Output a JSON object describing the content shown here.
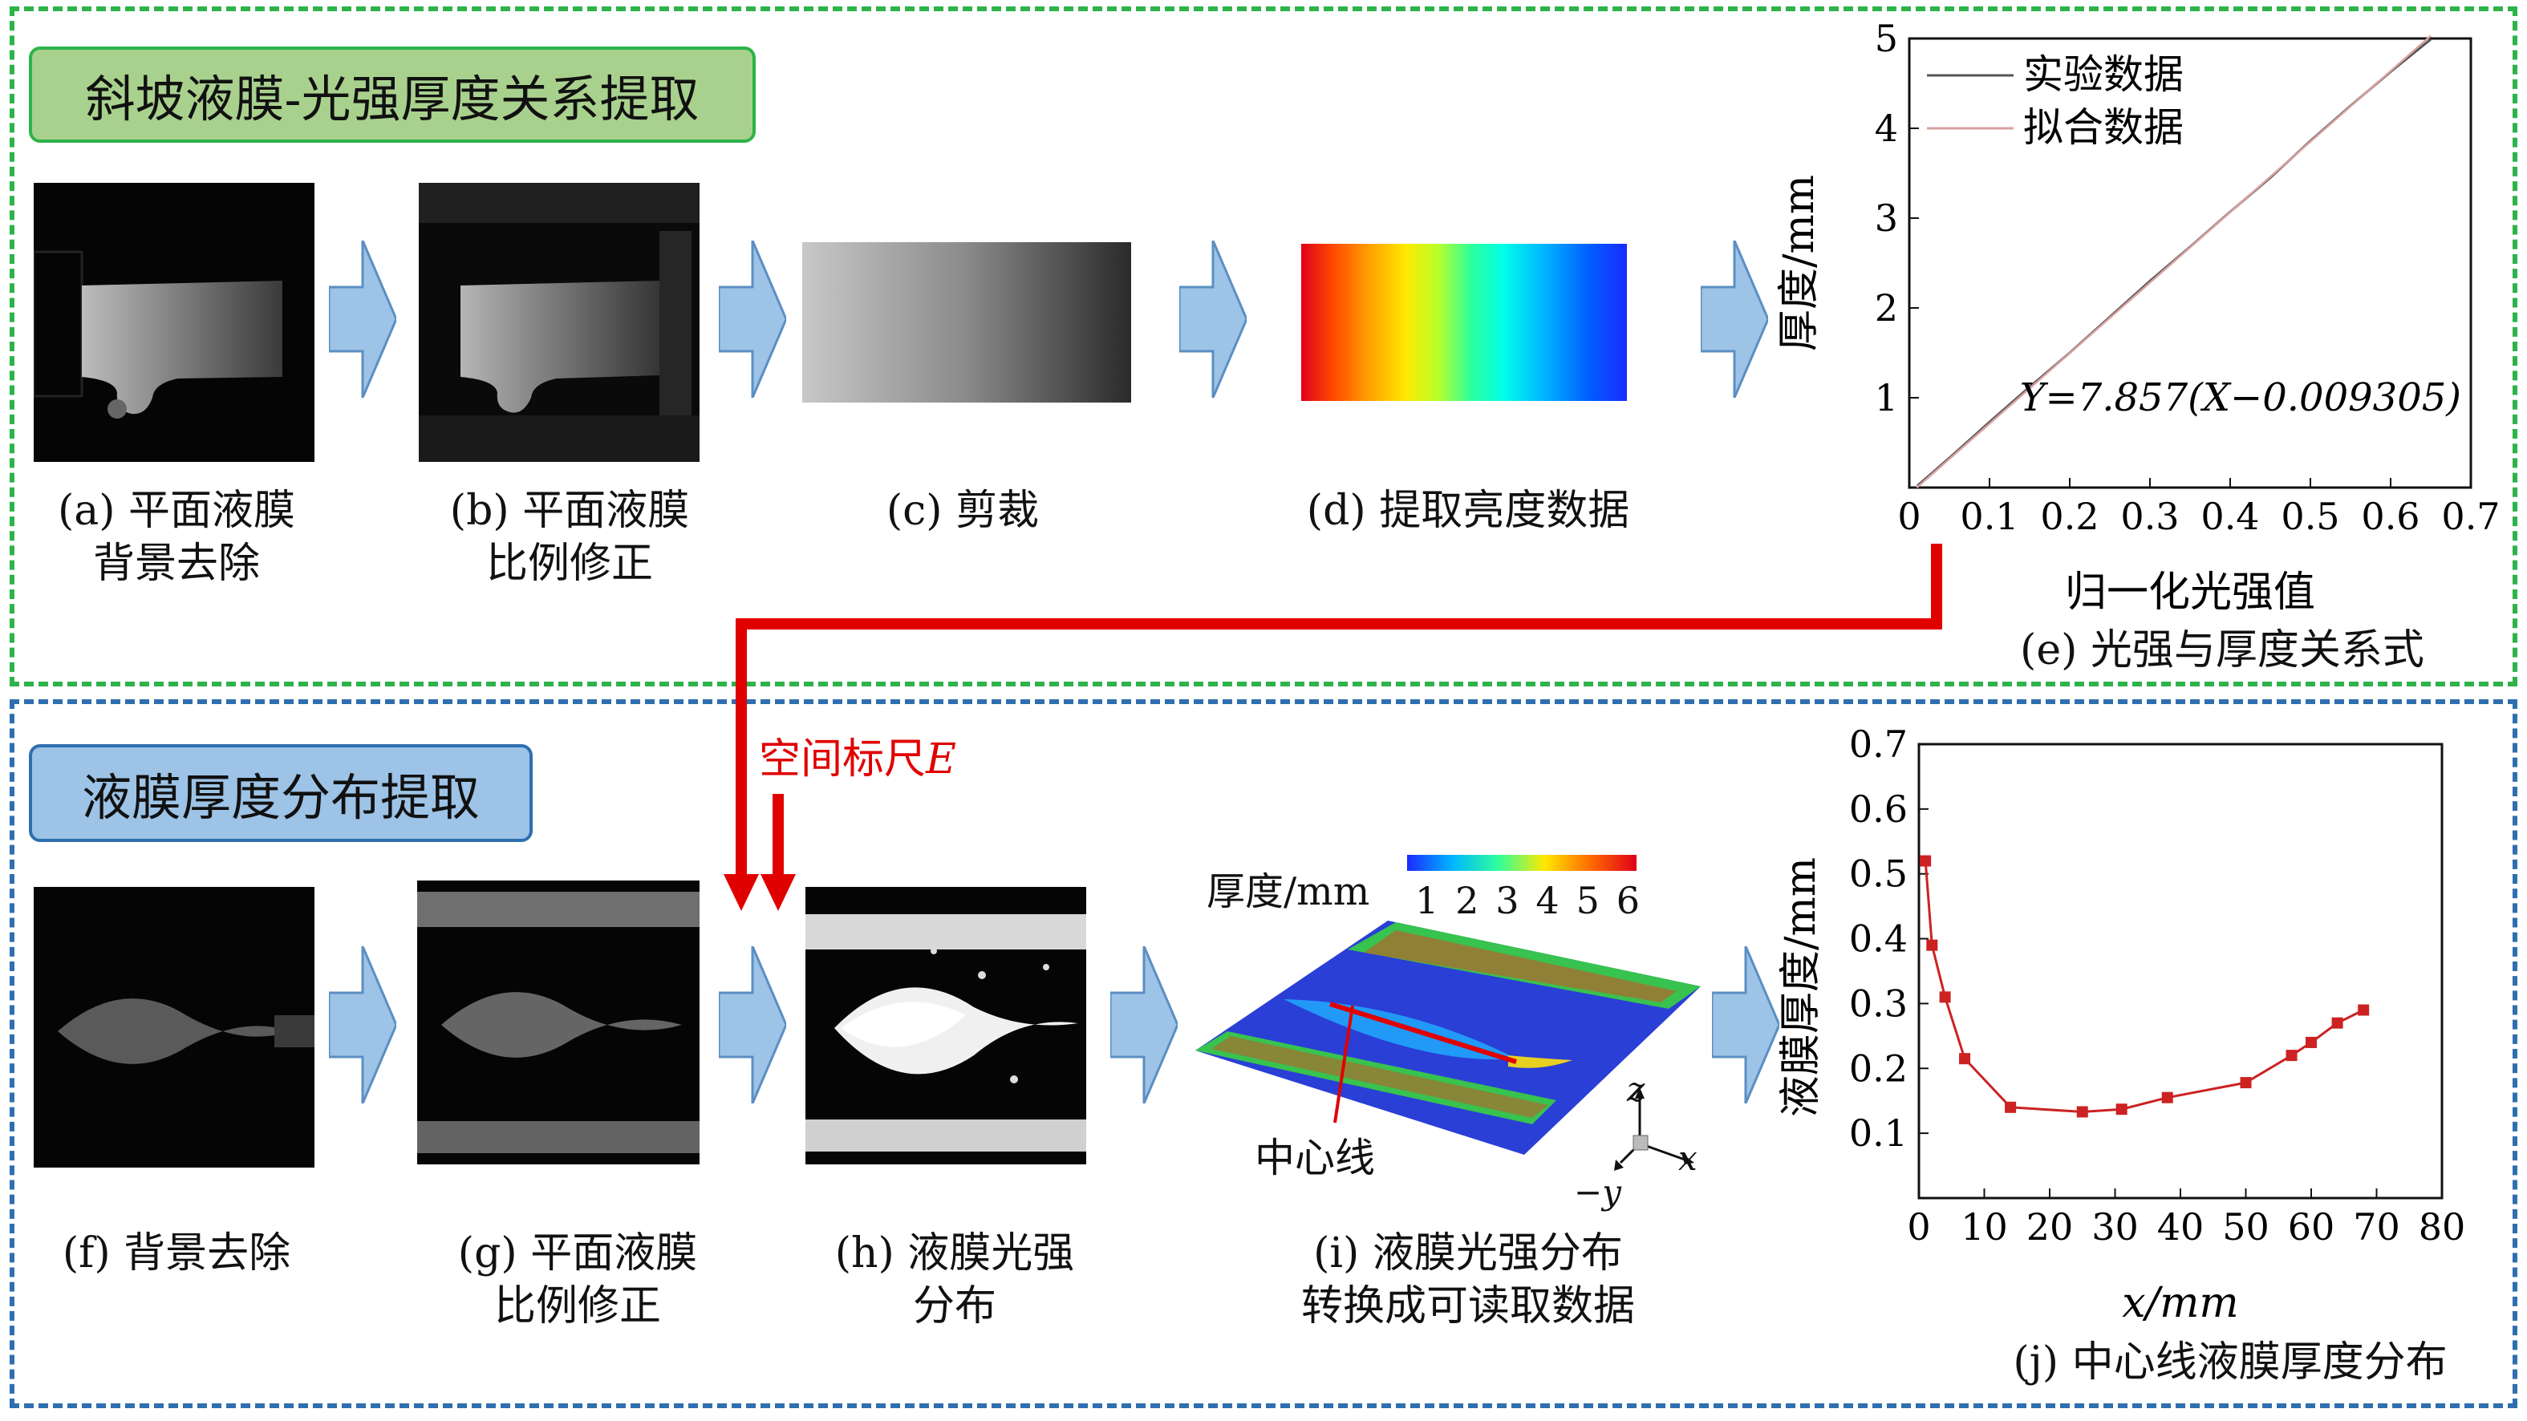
{
  "colors": {
    "top_border": "#2db34a",
    "bottom_border": "#2f6fb0",
    "top_title_fill": "#a9d18e",
    "bottom_title_fill": "#9dc3e6",
    "arrow_fill": "#9dc3e6",
    "red": "#e00000"
  },
  "top": {
    "title": "斜坡液膜-光强厚度关系提取",
    "captions": {
      "a": [
        "(a) 平面液膜",
        "背景去除"
      ],
      "b": [
        "(b) 平面液膜",
        "比例修正"
      ],
      "c": [
        "(c) 剪裁"
      ],
      "d": [
        "(d) 提取亮度数据"
      ],
      "e": [
        "(e) 光强与厚度关系式"
      ]
    }
  },
  "bottom": {
    "title": "液膜厚度分布提取",
    "scale_label_prefix": "空间标尺",
    "scale_label_var": "E",
    "captions": {
      "f": [
        "(f) 背景去除"
      ],
      "g": [
        "(g) 平面液膜",
        "比例修正"
      ],
      "h": [
        "(h) 液膜光强",
        "分布"
      ],
      "i": [
        "(i) 液膜光强分布",
        "转换成可读取数据"
      ],
      "j": [
        "(j) 中心线液膜厚度分布"
      ]
    },
    "panel_i": {
      "colorbar_label": "厚度/mm",
      "colorbar_ticks": [
        "1",
        "2",
        "3",
        "4",
        "5",
        "6"
      ],
      "centerline_label": "中心线",
      "axis_z": "z",
      "axis_x": "x",
      "axis_neg_y": "−y"
    }
  },
  "chart_data": [
    {
      "type": "line",
      "id": "e",
      "xlabel": "归一化光强值",
      "ylabel": "厚度/mm",
      "xlim": [
        0,
        0.7
      ],
      "ylim": [
        0,
        5
      ],
      "x_ticks": [
        "0",
        "0.1",
        "0.2",
        "0.3",
        "0.4",
        "0.5",
        "0.6",
        "0.7"
      ],
      "y_ticks": [
        "1",
        "2",
        "3",
        "4",
        "5"
      ],
      "legend": [
        "实验数据",
        "拟合数据"
      ],
      "legend_position": "top-left",
      "annotation": "Y=7.857(X−0.009305)",
      "series": [
        {
          "name": "实验数据",
          "color": "#555555",
          "x": [
            0.01,
            0.05,
            0.1,
            0.15,
            0.2,
            0.25,
            0.3,
            0.35,
            0.4,
            0.45,
            0.5,
            0.55,
            0.6,
            0.65
          ],
          "y": [
            0.02,
            0.33,
            0.73,
            1.12,
            1.5,
            1.9,
            2.3,
            2.68,
            3.07,
            3.45,
            3.86,
            4.25,
            4.63,
            4.99
          ]
        },
        {
          "name": "拟合数据",
          "color": "#d9a0a0",
          "x": [
            0.009305,
            0.65
          ],
          "y": [
            0,
            5.03
          ]
        }
      ]
    },
    {
      "type": "line",
      "id": "j",
      "xlabel": "x/mm",
      "ylabel": "液膜厚度/mm",
      "xlim": [
        0,
        80
      ],
      "ylim": [
        0,
        0.7
      ],
      "x_ticks": [
        "0",
        "10",
        "20",
        "30",
        "40",
        "50",
        "60",
        "70",
        "80"
      ],
      "y_ticks": [
        "0.1",
        "0.2",
        "0.3",
        "0.4",
        "0.5",
        "0.6",
        "0.7"
      ],
      "series": [
        {
          "color": "#cc2222",
          "x": [
            1,
            2,
            4,
            7,
            14,
            25,
            31,
            38,
            50,
            57,
            60,
            64,
            68
          ],
          "y": [
            0.52,
            0.39,
            0.31,
            0.215,
            0.14,
            0.133,
            0.137,
            0.155,
            0.178,
            0.22,
            0.24,
            0.27,
            0.29
          ]
        }
      ]
    }
  ]
}
